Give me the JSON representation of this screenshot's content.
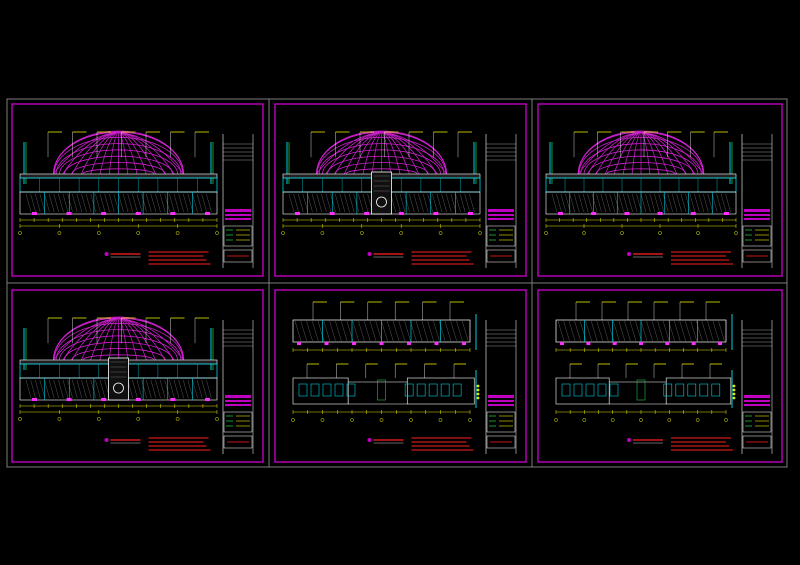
{
  "drawing": {
    "background": "#000000",
    "colors": {
      "outer_frame": "#7d7d7d",
      "sheet_border": "#c000c0",
      "dome": "#d020d0",
      "dimension": "#e8e800",
      "structure": "#00d0e0",
      "detail": "#ffffff",
      "accent_green": "#20c040",
      "note_red": "#ff2020",
      "marker": "#ff30ff"
    },
    "sheets": [
      {
        "id": "sheet-1",
        "kind": "dome-elevation",
        "center_feature": false
      },
      {
        "id": "sheet-2",
        "kind": "dome-elevation",
        "center_feature": true
      },
      {
        "id": "sheet-3",
        "kind": "dome-elevation",
        "center_feature": false
      },
      {
        "id": "sheet-4",
        "kind": "dome-elevation",
        "center_feature": true
      },
      {
        "id": "sheet-5",
        "kind": "wall-elevation",
        "center_feature": false
      },
      {
        "id": "sheet-6",
        "kind": "wall-elevation",
        "center_feature": false
      }
    ]
  }
}
